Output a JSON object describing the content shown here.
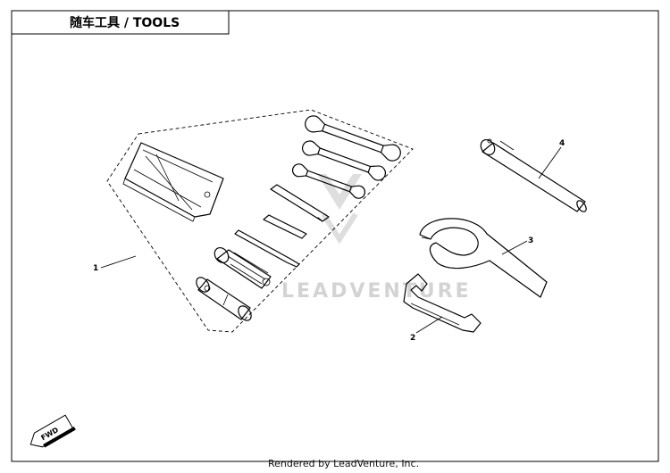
{
  "diagram": {
    "title": "随车工具 / TOOLS",
    "callouts": [
      {
        "label": "1",
        "part": "tool-kit"
      },
      {
        "label": "2",
        "part": "open-end-wrench"
      },
      {
        "label": "3",
        "part": "spanner-wrench"
      },
      {
        "label": "4",
        "part": "socket-tool"
      }
    ],
    "direction_marker": "FWD",
    "watermark": "LEADVENTURE",
    "footer": "Rendered by LeadVenture, Inc."
  }
}
